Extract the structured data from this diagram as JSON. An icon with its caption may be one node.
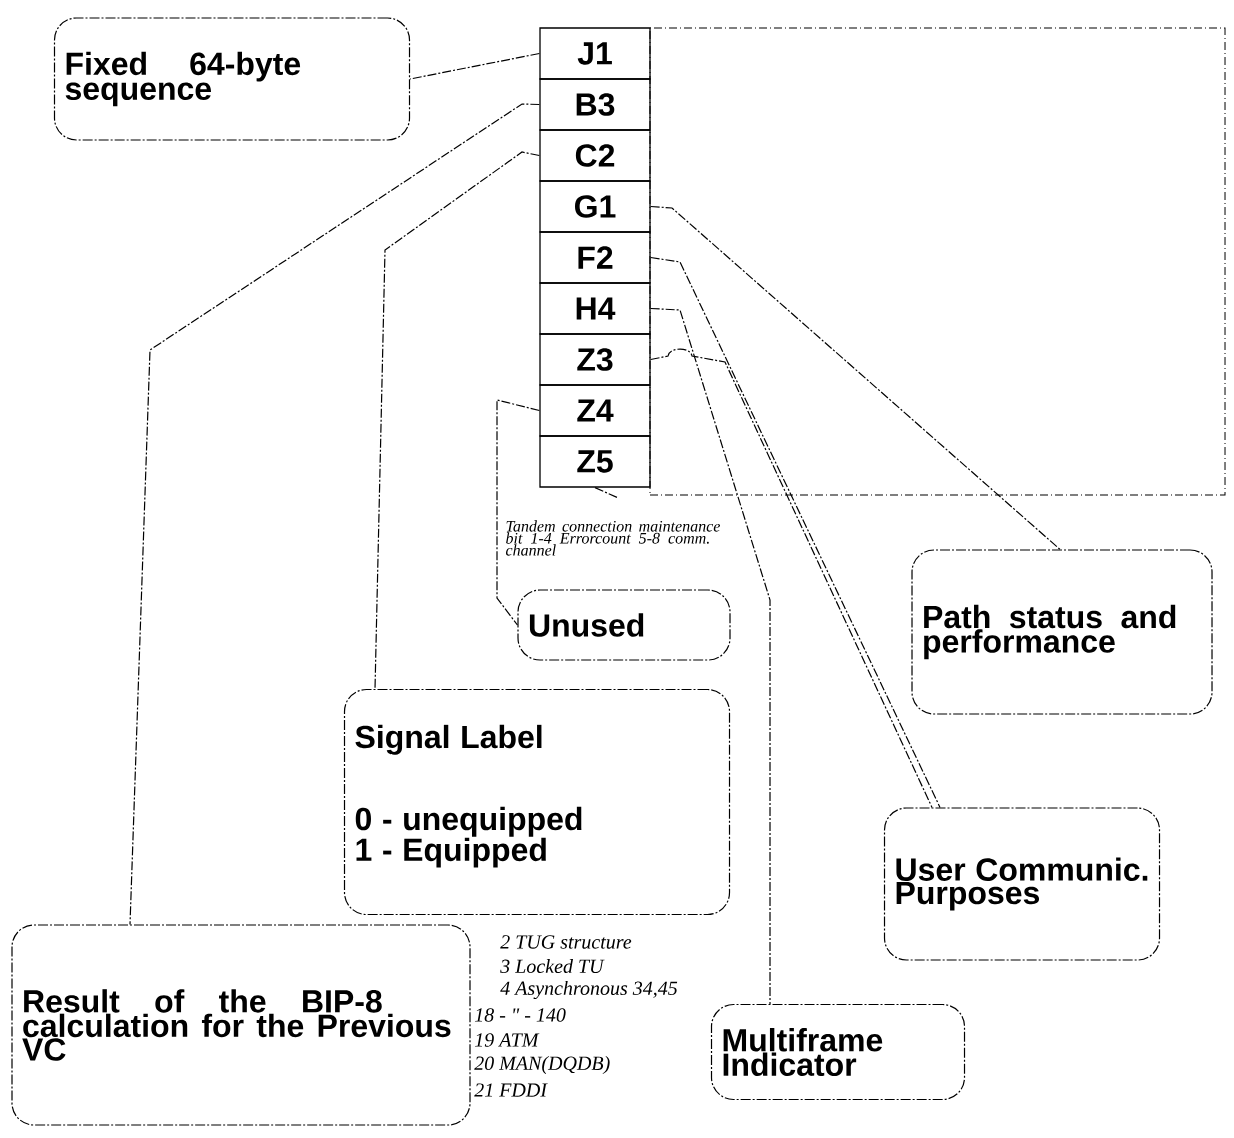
{
  "diagram": {
    "nodes": [
      {
        "text": [
          "J1"
        ]
      },
      {
        "text": [
          "B3"
        ]
      },
      {
        "text": [
          "C2"
        ]
      },
      {
        "text": [
          "G1"
        ]
      },
      {
        "text": [
          "F2"
        ]
      },
      {
        "text": [
          "H4"
        ]
      },
      {
        "text": [
          "Z3"
        ]
      },
      {
        "text": [
          "Z4"
        ]
      },
      {
        "text": [
          "Z5"
        ]
      },
      {
        "text": [],
        "shape": "box"
      },
      {
        "text": [
          "Fixed 64-byte sequence"
        ]
      },
      {
        "text": [
          "Tandem connection maintenance bit 1-4 Errorcount 5-8 comm. channel"
        ]
      },
      {
        "text": [
          "Unused"
        ]
      },
      {
        "text": [
          "Path status and performance"
        ]
      },
      {
        "text": [
          "Signal Label",
          "0 - unequipped",
          "1 - Equipped"
        ]
      },
      {
        "text": [
          "User Communic. Purposes"
        ]
      },
      {
        "text": [
          "Result of the BIP-8 calculation for the Previous VC"
        ]
      },
      {
        "text": [
          "Multiframe Indicator"
        ]
      }
    ],
    "edges": [
      {
        "from": 0,
        "to": 10,
        "arrow": "none"
      },
      {
        "from": 1,
        "to": 16,
        "arrow": "none"
      },
      {
        "from": 2,
        "to": 14,
        "arrow": "none"
      },
      {
        "from": 3,
        "to": 13,
        "arrow": "none"
      },
      {
        "from": 4,
        "to": 15,
        "arrow": "none"
      },
      {
        "from": 5,
        "to": 17,
        "arrow": "none"
      },
      {
        "from": 6,
        "to": 15,
        "arrow": "none"
      },
      {
        "from": 7,
        "to": 12,
        "arrow": "none"
      },
      {
        "from": 8,
        "to": 11,
        "arrow": "none"
      }
    ],
    "labels": [
      "2 TUG structure",
      "3 Locked TU",
      "4 Asynchronous 34,45",
      "18 - \" - 140",
      "19 ATM",
      "20 MAN(DQDB)",
      "21 FDDI"
    ]
  }
}
